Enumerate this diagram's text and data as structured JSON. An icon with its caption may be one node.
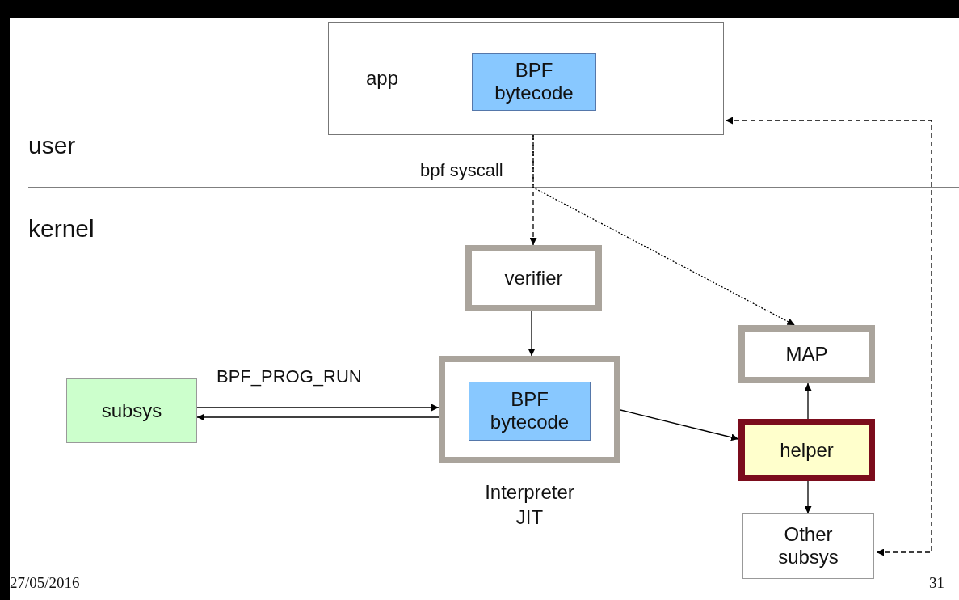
{
  "diagram": {
    "nodes": [
      {
        "text": [
          "app"
        ]
      },
      {
        "text": [
          "BPF bytecode"
        ],
        "in": 0
      },
      {
        "text": [
          "verifier"
        ]
      },
      {
        "text": [],
        "shape": "box",
        "beside": [
          "Interpreter JIT"
        ]
      },
      {
        "text": [
          "BPF bytecode"
        ],
        "in": 3
      },
      {
        "text": [
          "subsys"
        ]
      },
      {
        "text": [
          "MAP"
        ]
      },
      {
        "text": [
          "helper"
        ]
      },
      {
        "text": [
          "Other subsys"
        ]
      }
    ],
    "edges": [
      {
        "from": 0,
        "to": 2,
        "arrow": "to",
        "style": "dashed",
        "label": "bpf syscall"
      },
      {
        "from": 0,
        "to": 6,
        "arrow": "to",
        "style": "dashed"
      },
      {
        "from": 2,
        "to": 3,
        "arrow": "to"
      },
      {
        "from": 5,
        "to": 3,
        "arrow": "to",
        "label": "BPF_PROG_RUN"
      },
      {
        "from": 3,
        "to": 5,
        "arrow": "to"
      },
      {
        "from": 3,
        "to": 7,
        "arrow": "to"
      },
      {
        "from": 7,
        "to": 6,
        "arrow": "to"
      },
      {
        "from": 7,
        "to": 8,
        "arrow": "to"
      },
      {
        "from": 8,
        "to": 0,
        "arrow": "both",
        "style": "dashed"
      }
    ],
    "labels": [
      "user",
      "kernel",
      "27/05/2016",
      "31"
    ]
  }
}
